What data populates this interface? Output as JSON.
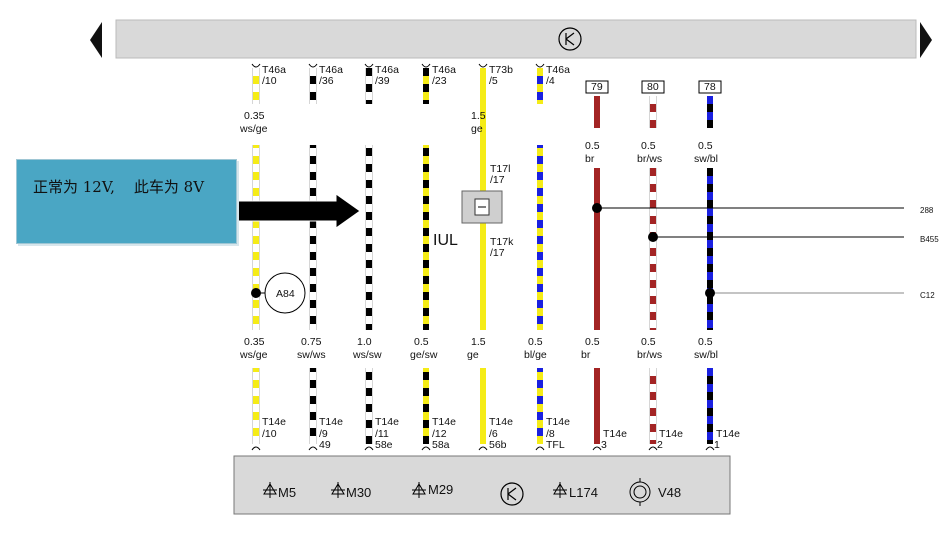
{
  "note": {
    "text": "正常为 12V,    此车为 8V"
  },
  "wires": [
    {
      "id": "w1",
      "top_conn": "T46a",
      "top_pin": "/10",
      "gauge_top": "0.35",
      "color_top": "ws/ge",
      "gauge_bot": "0.35",
      "color_bot": "ws/ge",
      "bot_conn": "T14e",
      "bot_pin": "/10",
      "bot_sub": "",
      "c1": "#f5ec17",
      "c2": "#ffffff"
    },
    {
      "id": "w2",
      "top_conn": "T46a",
      "top_pin": "/36",
      "gauge_top": "",
      "color_top": "",
      "gauge_bot": "0.75",
      "color_bot": "sw/ws",
      "bot_conn": "T14e",
      "bot_pin": "/9",
      "bot_sub": "49",
      "c1": "#000000",
      "c2": "#ffffff"
    },
    {
      "id": "w3",
      "top_conn": "T46a",
      "top_pin": "/39",
      "gauge_top": "",
      "color_top": "",
      "gauge_bot": "1.0",
      "color_bot": "ws/sw",
      "bot_conn": "T14e",
      "bot_pin": "/11",
      "bot_sub": "58e",
      "c1": "#ffffff",
      "c2": "#000000"
    },
    {
      "id": "w4",
      "top_conn": "T46a",
      "top_pin": "/23",
      "gauge_top": "",
      "color_top": "",
      "gauge_bot": "0.5",
      "color_bot": "ge/sw",
      "bot_conn": "T14e",
      "bot_pin": "/12",
      "bot_sub": "58a",
      "c1": "#f5ec17",
      "c2": "#000000"
    },
    {
      "id": "w5",
      "top_conn": "T73b",
      "top_pin": "/5",
      "gauge_top": "1.5",
      "color_top": "ge",
      "gauge_bot": "1.5",
      "color_bot": "ge",
      "bot_conn": "T14e",
      "bot_pin": "/6",
      "bot_sub": "56b",
      "c1": "#f5ec17",
      "c2": "#f5ec17"
    },
    {
      "id": "w6",
      "top_conn": "T46a",
      "top_pin": "/4",
      "gauge_top": "",
      "color_top": "",
      "gauge_bot": "0.5",
      "color_bot": "bl/ge",
      "bot_conn": "T14e",
      "bot_pin": "/8",
      "bot_sub": "TFL",
      "c1": "#1a20e0",
      "c2": "#f5ec17"
    },
    {
      "id": "w7",
      "top_box": "79",
      "gauge_top": "0.5",
      "color_top": "br",
      "gauge_bot": "0.5",
      "color_bot": "br",
      "bot_conn": "T14e",
      "bot_pin": "3",
      "c1": "#a32424",
      "c2": "#a32424"
    },
    {
      "id": "w8",
      "top_box": "80",
      "gauge_top": "0.5",
      "color_top": "br/ws",
      "gauge_bot": "0.5",
      "color_bot": "br/ws",
      "bot_conn": "T14e",
      "bot_pin": "2",
      "c1": "#a32424",
      "c2": "#ffffff"
    },
    {
      "id": "w9",
      "top_box": "78",
      "gauge_top": "0.5",
      "color_top": "sw/bl",
      "gauge_bot": "0.5",
      "color_bot": "sw/bl",
      "bot_conn": "T14e",
      "bot_pin": "1",
      "c1": "#000000",
      "c2": "#1a20e0"
    }
  ],
  "connector_mid": {
    "top": "T17l",
    "top_pin": "/17",
    "bot": "T17k",
    "bot_pin": "/17",
    "label": "IUL"
  },
  "component": {
    "label": "A84"
  },
  "right_labels": [
    "288",
    "B455",
    "C12"
  ],
  "bottom_components": [
    {
      "label": "M5"
    },
    {
      "label": "M30"
    },
    {
      "label": "M29"
    },
    {
      "label": "L174"
    },
    {
      "label": "V48"
    }
  ]
}
